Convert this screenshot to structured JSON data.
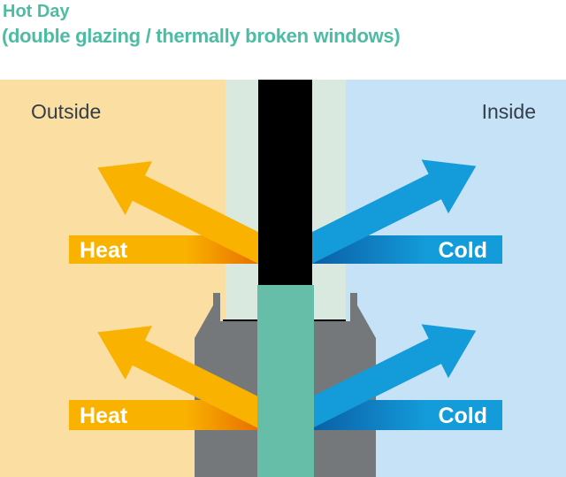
{
  "header": {
    "title": "Hot Day",
    "subtitle": "(double glazing / thermally broken windows)"
  },
  "scene": {
    "outside_label": "Outside",
    "inside_label": "Inside",
    "arrows": {
      "heat_upper": "Heat",
      "heat_lower": "Heat",
      "cold_upper": "Cold",
      "cold_lower": "Cold"
    }
  },
  "palette": {
    "title_teal": "#4DBCA2",
    "outside_bg": "#FBDFA2",
    "inside_bg": "#C5E2F7",
    "glass_pane": "#D9E9DF",
    "glass_edge_black": "#000000",
    "thermal_break": "#66BEA9",
    "frame_gray": "#75787B",
    "heat_orange": "#F9B200",
    "heat_hot": "#E86F00",
    "cold_blue": "#149BD9",
    "cold_deep": "#0A5FA6",
    "label_dark": "#333E48",
    "gap_black": "#000000",
    "band_text": "#FFFFFF"
  }
}
